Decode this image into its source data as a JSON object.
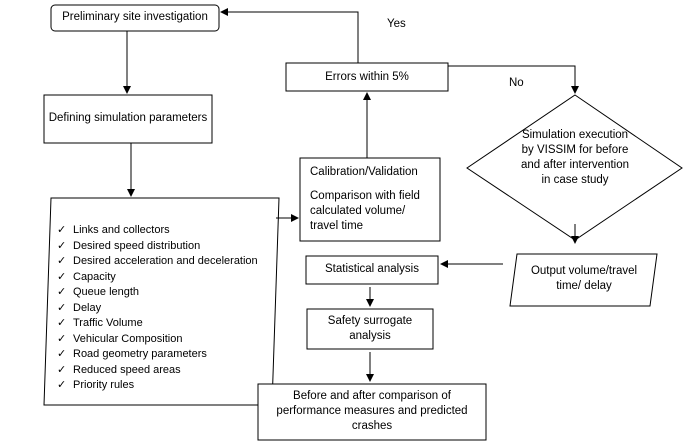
{
  "nodes": {
    "preliminary": "Preliminary site investigation",
    "defining": "Defining simulation parameters",
    "errors": "Errors within 5%",
    "calibration_title": "Calibration/Validation",
    "calibration_body": "Comparison with field calculated volume/ travel time",
    "simulation": "Simulation execution by VISSIM for before and after intervention in case study",
    "statistical": "Statistical analysis",
    "output": "Output volume/travel time/ delay",
    "safety": "Safety surrogate analysis",
    "comparison": "Before and after comparison of performance measures and predicted crashes"
  },
  "labels": {
    "yes": "Yes",
    "no": "No"
  },
  "parameters_check": "✓",
  "parameters": [
    "Links and collectors",
    "Desired speed distribution",
    "Desired acceleration and deceleration",
    "Capacity",
    "Queue length",
    "Delay",
    "Traffic Volume",
    "Vehicular Composition",
    "Road geometry parameters",
    "Reduced speed areas",
    "Priority rules"
  ]
}
